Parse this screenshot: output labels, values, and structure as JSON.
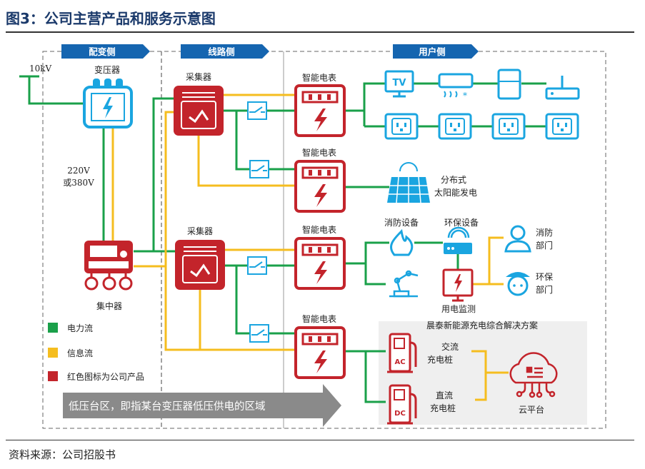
{
  "title": "图3：公司主营产品和服务示意图",
  "source": "资料来源：公司招股书",
  "colors": {
    "power": "#1aa04a",
    "info": "#f5bd1f",
    "product": "#c3242b",
    "blue": "#1aa5e0",
    "banner": "#1565b0"
  },
  "banners": [
    "配变侧",
    "线路侧",
    "用户侧"
  ],
  "grid": {
    "voltage_in": "10kV",
    "transformer": "变压器",
    "voltage_out_1": "220V",
    "voltage_out_2": "或380V",
    "concentrator": "集中器"
  },
  "collectors": [
    "采集器",
    "采集器"
  ],
  "meters": [
    "智能电表",
    "智能电表",
    "智能电表",
    "智能电表"
  ],
  "devices": {
    "tv": "TV",
    "solar_1": "分布式",
    "solar_2": "太阳能发电",
    "fire": "消防设备",
    "env": "环保设备",
    "monitor": "用电监测",
    "fire_dept_1": "消防",
    "fire_dept_2": "部门",
    "env_dept_1": "环保",
    "env_dept_2": "部门"
  },
  "charging": {
    "title": "晨泰新能源充电综合解决方案",
    "ac_icon": "AC",
    "dc_icon": "DC",
    "ac_1": "交流",
    "ac_2": "充电桩",
    "dc_1": "直流",
    "dc_2": "充电桩",
    "cloud": "云平台"
  },
  "legend": [
    "电力流",
    "信息流",
    "红色图标为公司产品"
  ],
  "area_note": "低压台区，即指某台变压器低压供电的区域"
}
